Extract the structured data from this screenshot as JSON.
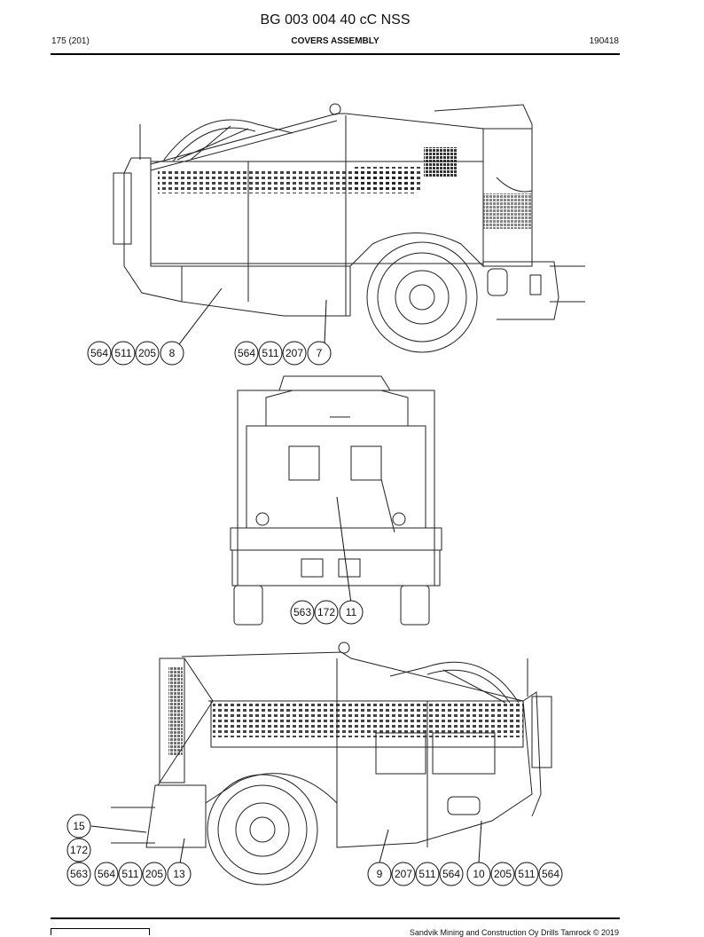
{
  "header": {
    "title": "BG 003 004 40 cC NSS",
    "page": "175 (201)",
    "section": "COVERS ASSEMBLY",
    "date": "190418"
  },
  "footer": {
    "copyright": "Sandvik Mining and Construction Oy Drills Tamrock © 2019"
  },
  "callouts": {
    "side_view_top_a": [
      "564",
      "511",
      "205",
      "8"
    ],
    "side_view_top_b": [
      "564",
      "511",
      "207",
      "7"
    ],
    "rear_view": [
      "563",
      "172",
      "11"
    ],
    "side_view_bottom_left_single": [
      "15",
      "172"
    ],
    "side_view_bottom_left_row": [
      "563",
      "564",
      "511",
      "205",
      "13"
    ],
    "side_view_bottom_right_a": [
      "9",
      "207",
      "511",
      "564"
    ],
    "side_view_bottom_right_b": [
      "10",
      "205",
      "511",
      "564"
    ]
  }
}
